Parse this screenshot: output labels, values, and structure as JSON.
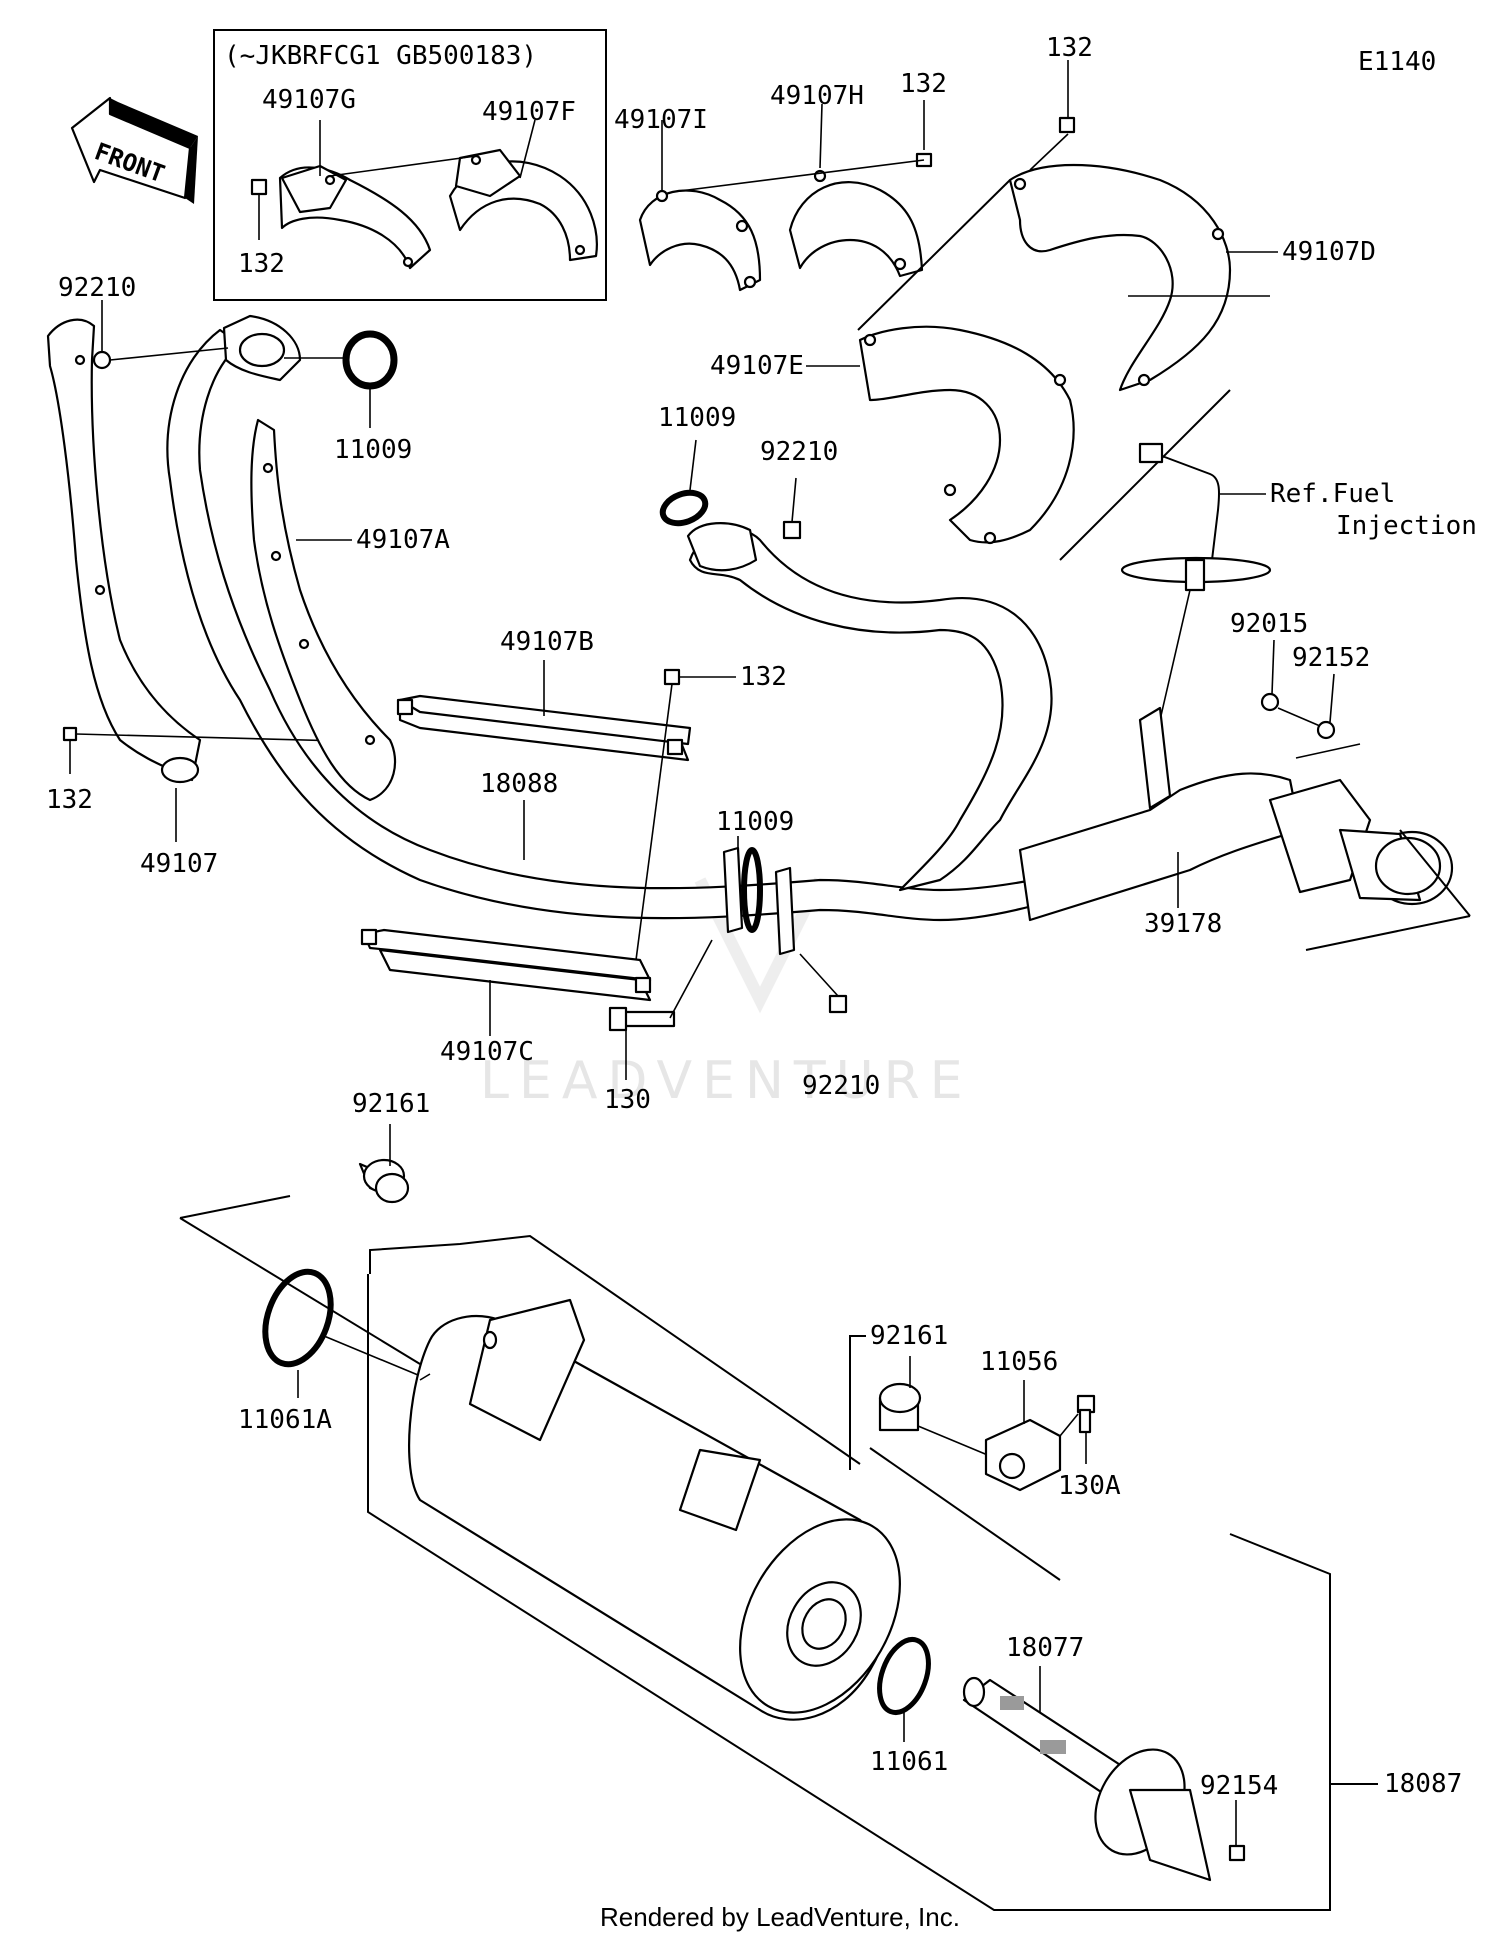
{
  "diagram_code": "E1140",
  "front_label": "FRONT",
  "inset_note": "(~JKBRFCG1 GB500183)",
  "watermark": "LEADVENTURE",
  "footer": "Rendered by LeadVenture, Inc.",
  "ref_note": [
    "Ref.Fuel",
    "Injection"
  ],
  "parts": {
    "p49107G": "49107G",
    "p49107F": "49107F",
    "p132_inset": "132",
    "p49107I": "49107I",
    "p49107H": "49107H",
    "p132_h": "132",
    "p132_top": "132",
    "p49107D": "49107D",
    "p49107E": "49107E",
    "p92210_left": "92210",
    "p11009_top": "11009",
    "p49107A": "49107A",
    "p11009_mid": "11009",
    "p92210_mid": "92210",
    "p49107B": "49107B",
    "p132_mid": "132",
    "p132_left": "132",
    "p49107": "49107",
    "p18088": "18088",
    "p11009_joint": "11009",
    "p92015": "92015",
    "p92152": "92152",
    "p39178": "39178",
    "p49107C": "49107C",
    "p130": "130",
    "p92210_joint": "92210",
    "p92161_top": "92161",
    "p11061A": "11061A",
    "p92161_right": "92161",
    "p11056": "11056",
    "p130A": "130A",
    "p18077": "18077",
    "p11061": "11061",
    "p92154": "92154",
    "p18087": "18087"
  }
}
